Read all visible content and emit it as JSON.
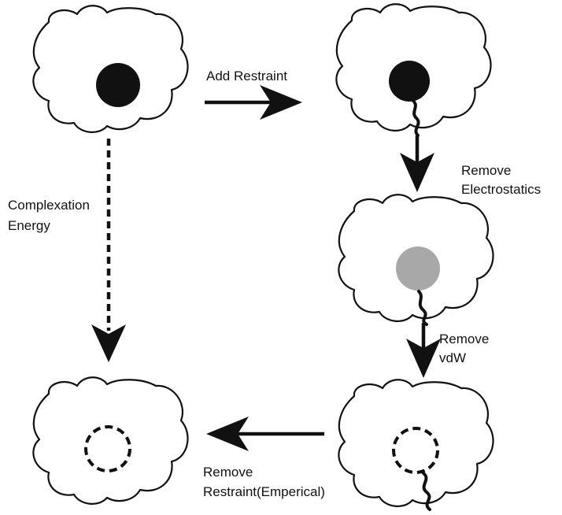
{
  "diagram": {
    "labels": {
      "add_restraint": "Add Restraint",
      "remove_electrostatics_1": "Remove",
      "remove_electrostatics_2": "Electrostatics",
      "complexation_1": "Complexation",
      "complexation_2": "Energy",
      "remove_vdw_1": "Remove",
      "remove_vdw_2": "vdW",
      "remove_restraint_1": "Remove",
      "remove_restraint_2": "Restraint(Emperical)"
    },
    "colors": {
      "ligand_full": "#111111",
      "ligand_no_electrostatics": "#a8a8a8",
      "outline": "#111111"
    }
  }
}
